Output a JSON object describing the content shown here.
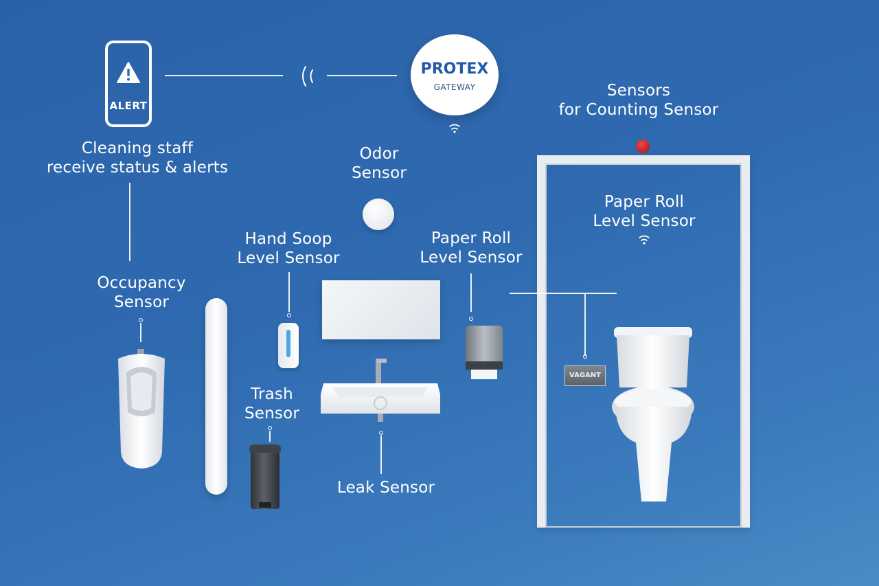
{
  "phone": {
    "alert_label": "ALERT"
  },
  "gateway": {
    "name": "PROTEX",
    "subtitle": "GATEWAY"
  },
  "labels": {
    "staff": [
      "Cleaning staff",
      "receive status & alerts"
    ],
    "counting": [
      "Sensors",
      "for Counting Sensor"
    ],
    "odor": [
      "Odor",
      "Sensor"
    ],
    "paper_roll_stall": [
      "Paper Roll",
      "Level Sensor"
    ],
    "hand_soap": [
      "Hand Soop",
      "Level Sensor"
    ],
    "paper_roll_wall": [
      "Paper Roll",
      "Level Sensor"
    ],
    "occupancy": [
      "Occupancy",
      "Sensor"
    ],
    "trash": [
      "Trash",
      "Sensor"
    ],
    "leak": "Leak Sensor"
  },
  "flush_plate": {
    "brand": "VAGANT"
  },
  "colors": {
    "background": "#2f6ab0",
    "gateway_text": "#2459a6",
    "counting_sensor": "#c0141a",
    "soap_indicator": "#4da6e6"
  }
}
